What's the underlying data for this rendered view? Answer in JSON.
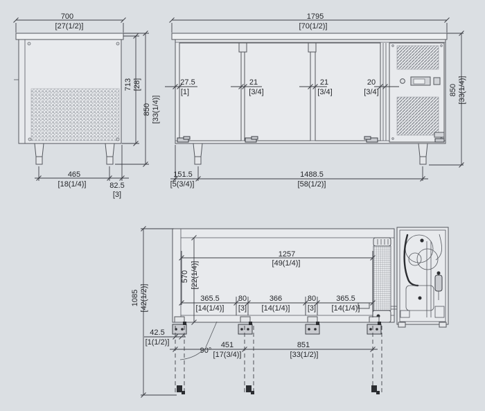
{
  "colors": {
    "background": "#dbdfe3",
    "line": "#53565c",
    "dimension_line": "#3b3e44",
    "text": "#24262a",
    "panel_fill": "#e8eaed",
    "vent_gray": "#84888f",
    "hardware_dark": "#2b2d31"
  },
  "side_view": {
    "overall_width": {
      "mm": "700",
      "in": "[27(1/2)]"
    },
    "body_height": {
      "mm": "713",
      "in": "[28]"
    },
    "overall_height": {
      "mm": "850",
      "in": "[33(1/4)]"
    },
    "leg_spacing": {
      "mm": "465",
      "in": "[18(1/4)]"
    },
    "leg_inset": {
      "mm": "82.5",
      "in": "[3]"
    }
  },
  "front_view": {
    "overall_width": {
      "mm": "1795",
      "in": "[70(1/2)]"
    },
    "overall_height": {
      "mm": "850",
      "in": "[33(1/4)]"
    },
    "end_gap": {
      "mm": "27.5",
      "in": "[1]"
    },
    "door_gap_1": {
      "mm": "21",
      "in": "[3/4]"
    },
    "door_gap_2": {
      "mm": "21",
      "in": "[3/4]"
    },
    "machine_gap": {
      "mm": "20",
      "in": "[3/4]"
    },
    "leg_offset": {
      "mm": "151.5",
      "in": "[5(3/4)]"
    },
    "leg_spacing": {
      "mm": "1488.5",
      "in": "[58(1/2)]"
    }
  },
  "plan_view": {
    "depth_doors_open": {
      "mm": "1085",
      "in": "[42(1/2)]"
    },
    "hinge_span_total": {
      "mm": "1257",
      "in": "[49(1/4)]"
    },
    "body_depth": {
      "mm": "570",
      "in": "[22(1/4)]"
    },
    "seg_1": {
      "mm": "365.5",
      "in": "[14(1/4)]"
    },
    "seg_2": {
      "mm": "80",
      "in": "[3]"
    },
    "seg_3": {
      "mm": "366",
      "in": "[14(1/4)]"
    },
    "seg_4": {
      "mm": "80",
      "in": "[3]"
    },
    "seg_5": {
      "mm": "365.5",
      "in": "[14(1/4)]"
    },
    "hinge_offset": {
      "mm": "42.5",
      "in": "[1(1/2)]"
    },
    "door_swing_angle": "90°",
    "pivot_span_1": {
      "mm": "451",
      "in": "[17(3/4)]"
    },
    "pivot_span_2": {
      "mm": "851",
      "in": "[33(1/2)]"
    }
  }
}
